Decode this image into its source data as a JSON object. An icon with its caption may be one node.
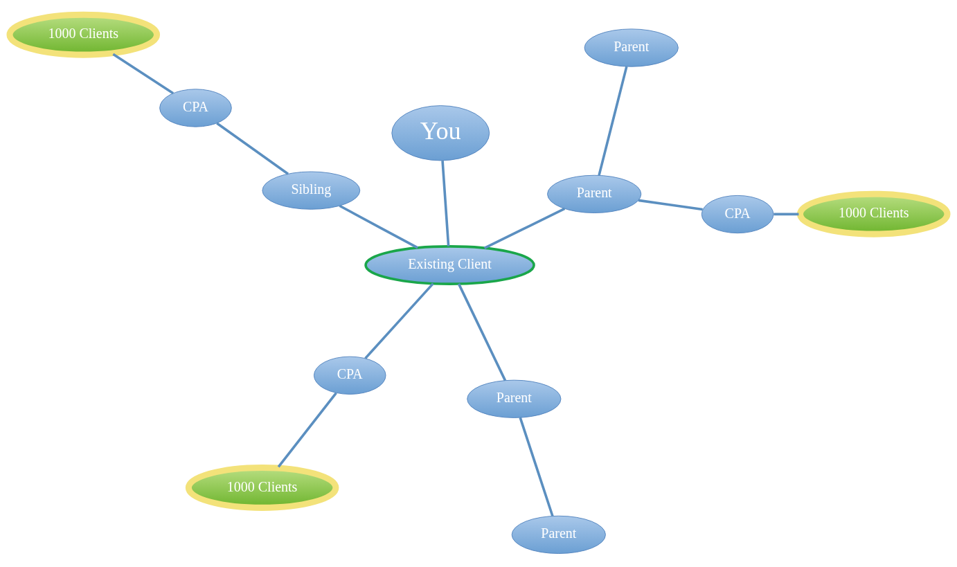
{
  "diagram": {
    "nodes": [
      {
        "text": [
          "Parent"
        ]
      },
      {
        "text": [
          "CPA"
        ]
      },
      {
        "text": [
          "1000 Clients"
        ]
      },
      {
        "text": [
          "Parent"
        ]
      },
      {
        "text": [
          "CPA"
        ]
      },
      {
        "text": [
          "Existing Client"
        ]
      },
      {
        "text": [
          "1000 Clients"
        ]
      },
      {
        "text": [
          "Parent"
        ]
      },
      {
        "text": [
          "CPA"
        ]
      },
      {
        "text": [
          "Sibling"
        ]
      },
      {
        "text": [
          "Parent"
        ]
      },
      {
        "text": [
          "1000 Clients"
        ]
      },
      {
        "text": [
          "You"
        ]
      }
    ],
    "edges": [
      {
        "from": 0,
        "to": 3,
        "arrow": "none"
      },
      {
        "from": 0,
        "to": 1,
        "arrow": "none"
      },
      {
        "from": 1,
        "to": 2,
        "arrow": "none"
      },
      {
        "from": 0,
        "to": 5,
        "arrow": "none"
      },
      {
        "from": 5,
        "to": 4,
        "arrow": "none"
      },
      {
        "from": 4,
        "to": 6,
        "arrow": "none"
      },
      {
        "from": 5,
        "to": 7,
        "arrow": "none"
      },
      {
        "from": 7,
        "to": 10,
        "arrow": "none"
      },
      {
        "from": 5,
        "to": 12,
        "arrow": "none"
      },
      {
        "from": 5,
        "to": 9,
        "arrow": "none"
      },
      {
        "from": 9,
        "to": 8,
        "arrow": "none"
      },
      {
        "from": 8,
        "to": 11,
        "arrow": "none"
      }
    ]
  }
}
